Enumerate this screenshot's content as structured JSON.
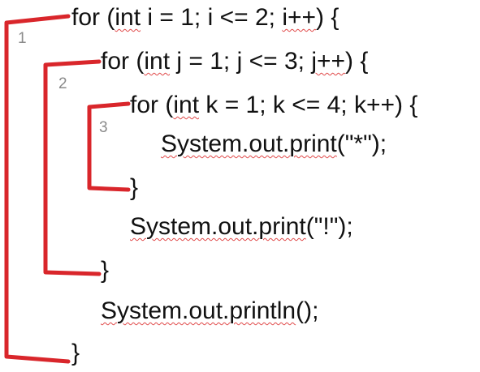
{
  "colors": {
    "bracket": "#d9262b",
    "text": "#111111",
    "label": "#8a8a8a",
    "squiggle": "#e04848"
  },
  "code": [
    {
      "indent": 0,
      "tokens": [
        {
          "t": "for ("
        },
        {
          "t": "int",
          "s": true
        },
        {
          "t": " i = 1; i <= 2; "
        },
        {
          "t": "i++",
          "s": true
        },
        {
          "t": ") {"
        }
      ]
    },
    {
      "indent": 1,
      "tokens": [
        {
          "t": "for ("
        },
        {
          "t": "int",
          "s": true
        },
        {
          "t": " j = 1; j <= 3; "
        },
        {
          "t": "j++",
          "s": true
        },
        {
          "t": ") {"
        }
      ]
    },
    {
      "indent": 2,
      "tokens": [
        {
          "t": "for ("
        },
        {
          "t": "int",
          "s": true
        },
        {
          "t": " k = 1; k <= 4; k++) {"
        }
      ]
    },
    {
      "indent": 3,
      "tokens": [
        {
          "t": "System.out.print",
          "s": true
        },
        {
          "t": "(\"*\");"
        }
      ]
    },
    {
      "indent": 2,
      "tokens": [
        {
          "t": "}"
        }
      ]
    },
    {
      "indent": 2,
      "tokens": [
        {
          "t": "System.out.print",
          "s": true
        },
        {
          "t": "(\"!\");"
        }
      ]
    },
    {
      "indent": 1,
      "tokens": [
        {
          "t": "}"
        }
      ]
    },
    {
      "indent": 1,
      "tokens": [
        {
          "t": "System.out.println",
          "s": true
        },
        {
          "t": "();"
        }
      ]
    },
    {
      "indent": 0,
      "tokens": [
        {
          "t": "}"
        }
      ]
    }
  ],
  "loop_labels": [
    "1",
    "2",
    "3"
  ]
}
